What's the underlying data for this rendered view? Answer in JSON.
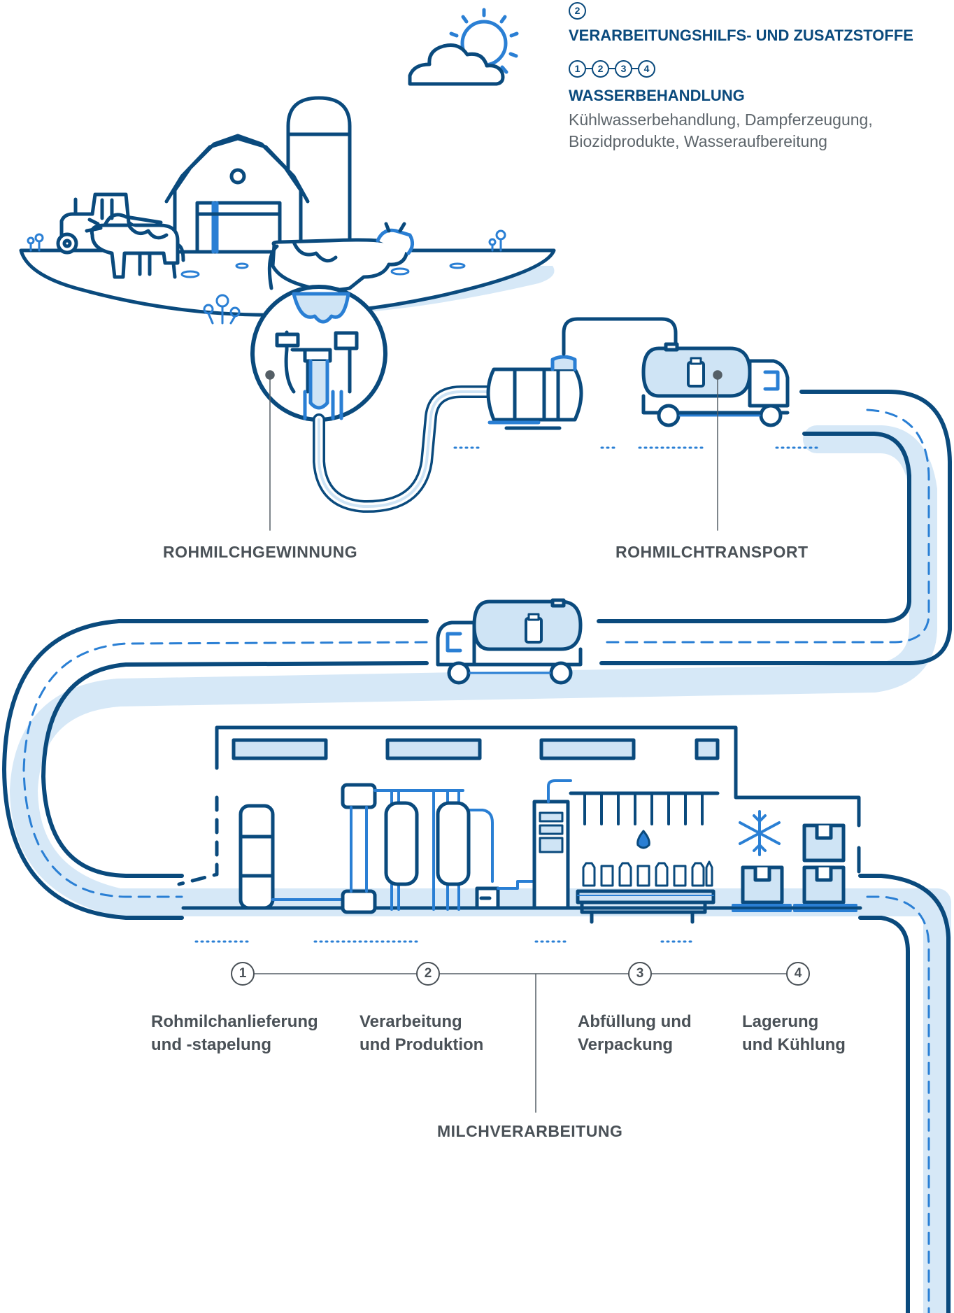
{
  "legend": {
    "group1": {
      "badges": [
        "2"
      ],
      "title": "VERARBEITUNGSHILFS- UND ZUSATZSTOFFE"
    },
    "group2": {
      "badges": [
        "1",
        "2",
        "3",
        "4"
      ],
      "title": "WASSERBEHANDLUNG",
      "line1": "Kühlwasserbehandlung, Dampferzeugung,",
      "line2": "Biozidprodukte, Wasseraufbereitung"
    }
  },
  "stages": {
    "gewinnung": "ROHMILCHGEWINNUNG",
    "transport": "ROHMILCHTRANSPORT",
    "verarbeitung": "MILCHVERARBEITUNG"
  },
  "steps": [
    {
      "num": "1",
      "line1": "Rohmilchanlieferung",
      "line2": "und -stapelung"
    },
    {
      "num": "2",
      "line1": "Verarbeitung",
      "line2": "und Produktion"
    },
    {
      "num": "3",
      "line1": "Abfüllung und",
      "line2": "Verpackung"
    },
    {
      "num": "4",
      "line1": "Lagerung",
      "line2": "und Kühlung"
    }
  ],
  "colors": {
    "navy": "#0a4a7d",
    "blue": "#2a7fd4",
    "light": "#cfe4f5",
    "shadow": "#d6e8f7",
    "text": "#4a5157"
  },
  "icons": [
    "sun-cloud-icon",
    "barn-icon",
    "silo-icon",
    "tractor-icon",
    "cow-icon",
    "milking-machine-icon",
    "milk-tank-icon",
    "tanker-truck-icon",
    "milk-can-icon",
    "factory-icon",
    "storage-tank-icon",
    "separator-icon",
    "filling-machine-icon",
    "bottle-icon",
    "snowflake-icon",
    "box-icon",
    "pallet-icon"
  ]
}
